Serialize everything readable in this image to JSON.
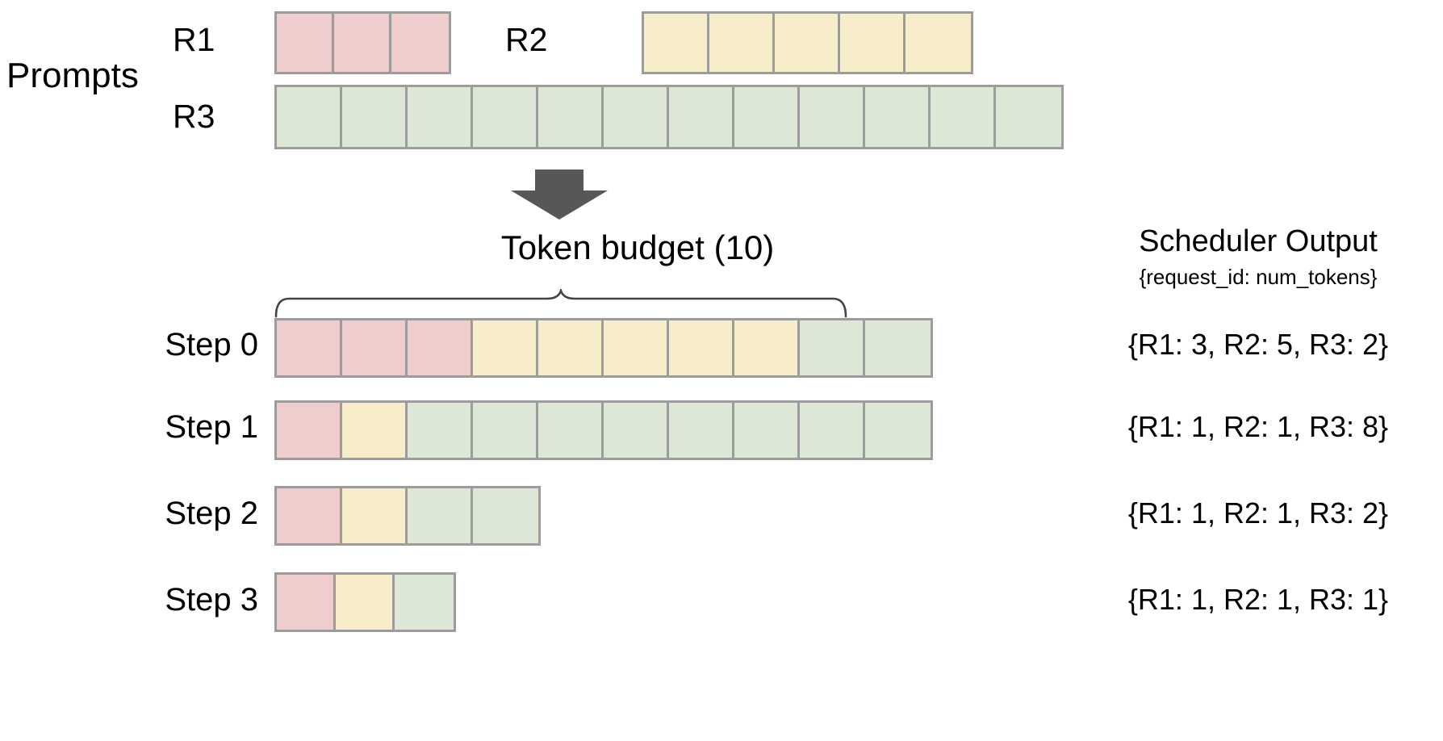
{
  "diagram": {
    "title_left": "Prompts",
    "arrow_icon": "down-arrow-icon",
    "token_budget_label": "Token  budget (10)",
    "brace_icon": "curly-brace-icon"
  },
  "prompts": {
    "section_label": "Prompts",
    "requests": [
      {
        "id": "R1",
        "label": "R1",
        "num_tokens": 3,
        "color": "#efcdcd",
        "color_name": "pink"
      },
      {
        "id": "R2",
        "label": "R2",
        "num_tokens": 5,
        "color": "#f7edcb",
        "color_name": "yellow"
      },
      {
        "id": "R3",
        "label": "R3",
        "num_tokens": 12,
        "color": "#dce8d5",
        "color_name": "green"
      }
    ]
  },
  "scheduler": {
    "title": "Scheduler Output",
    "subtitle": "{request_id: num_tokens}",
    "token_budget": 10,
    "steps": [
      {
        "label": "Step 0",
        "output": "{R1: 3, R2: 5, R3: 2}",
        "segments": [
          {
            "request": "R1",
            "count": 3,
            "color": "#efcdcd"
          },
          {
            "request": "R2",
            "count": 5,
            "color": "#f7edcb"
          },
          {
            "request": "R3",
            "count": 2,
            "color": "#dce8d5"
          }
        ],
        "total": 10
      },
      {
        "label": "Step 1",
        "output": "{R1: 1, R2: 1, R3: 8}",
        "segments": [
          {
            "request": "R1",
            "count": 1,
            "color": "#efcdcd"
          },
          {
            "request": "R2",
            "count": 1,
            "color": "#f7edcb"
          },
          {
            "request": "R3",
            "count": 8,
            "color": "#dce8d5"
          }
        ],
        "total": 10
      },
      {
        "label": "Step 2",
        "output": "{R1: 1, R2: 1, R3: 2}",
        "segments": [
          {
            "request": "R1",
            "count": 1,
            "color": "#efcdcd"
          },
          {
            "request": "R2",
            "count": 1,
            "color": "#f7edcb"
          },
          {
            "request": "R3",
            "count": 2,
            "color": "#dce8d5"
          }
        ],
        "total": 4
      },
      {
        "label": "Step 3",
        "output": "{R1: 1, R2: 1, R3: 1}",
        "segments": [
          {
            "request": "R1",
            "count": 1,
            "color": "#efcdcd"
          },
          {
            "request": "R2",
            "count": 1,
            "color": "#f7edcb"
          },
          {
            "request": "R3",
            "count": 1,
            "color": "#dce8d5"
          }
        ],
        "total": 3
      }
    ]
  },
  "colors": {
    "r1": "#efcdcd",
    "r2": "#f7edcb",
    "r3": "#dce8d5",
    "cell_border": "#9c9c9c",
    "arrow": "#575757",
    "brace": "#444444",
    "background": "#ffffff",
    "text": "#000000"
  }
}
